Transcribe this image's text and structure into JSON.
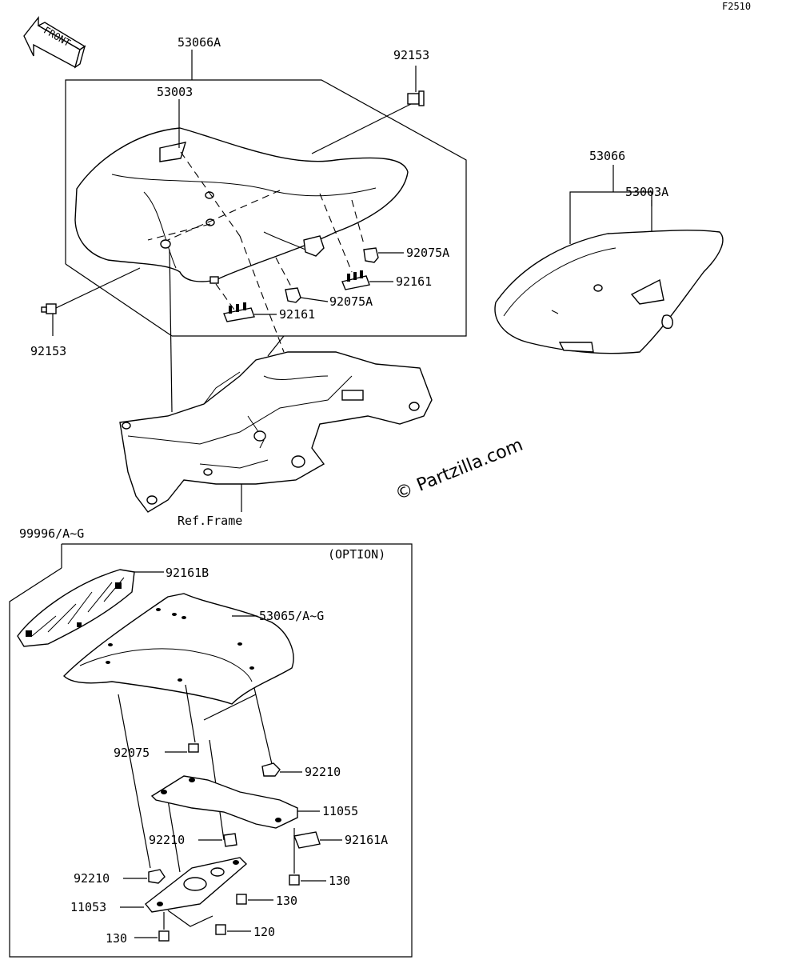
{
  "diagram": {
    "code": "F2510",
    "front_label": "FRONT",
    "watermark": "© Partzilla.com",
    "option_label": "(OPTION)",
    "callouts": {
      "p53066A": "53066A",
      "p53003": "53003",
      "p92153_top": "92153",
      "p92153_left": "92153",
      "p92075A_1": "92075A",
      "p92075A_2": "92075A",
      "p92161_1": "92161",
      "p92161_2": "92161",
      "p53066": "53066",
      "p53003A": "53003A",
      "ref_frame": "Ref.Frame",
      "p99996": "99996/A~G",
      "p92161B": "92161B",
      "p53065": "53065/A~G",
      "p92075": "92075",
      "p92210_1": "92210",
      "p92210_2": "92210",
      "p92210_3": "92210",
      "p11055": "11055",
      "p92161A": "92161A",
      "p130_1": "130",
      "p130_2": "130",
      "p130_3": "130",
      "p11053": "11053",
      "p120": "120"
    }
  }
}
